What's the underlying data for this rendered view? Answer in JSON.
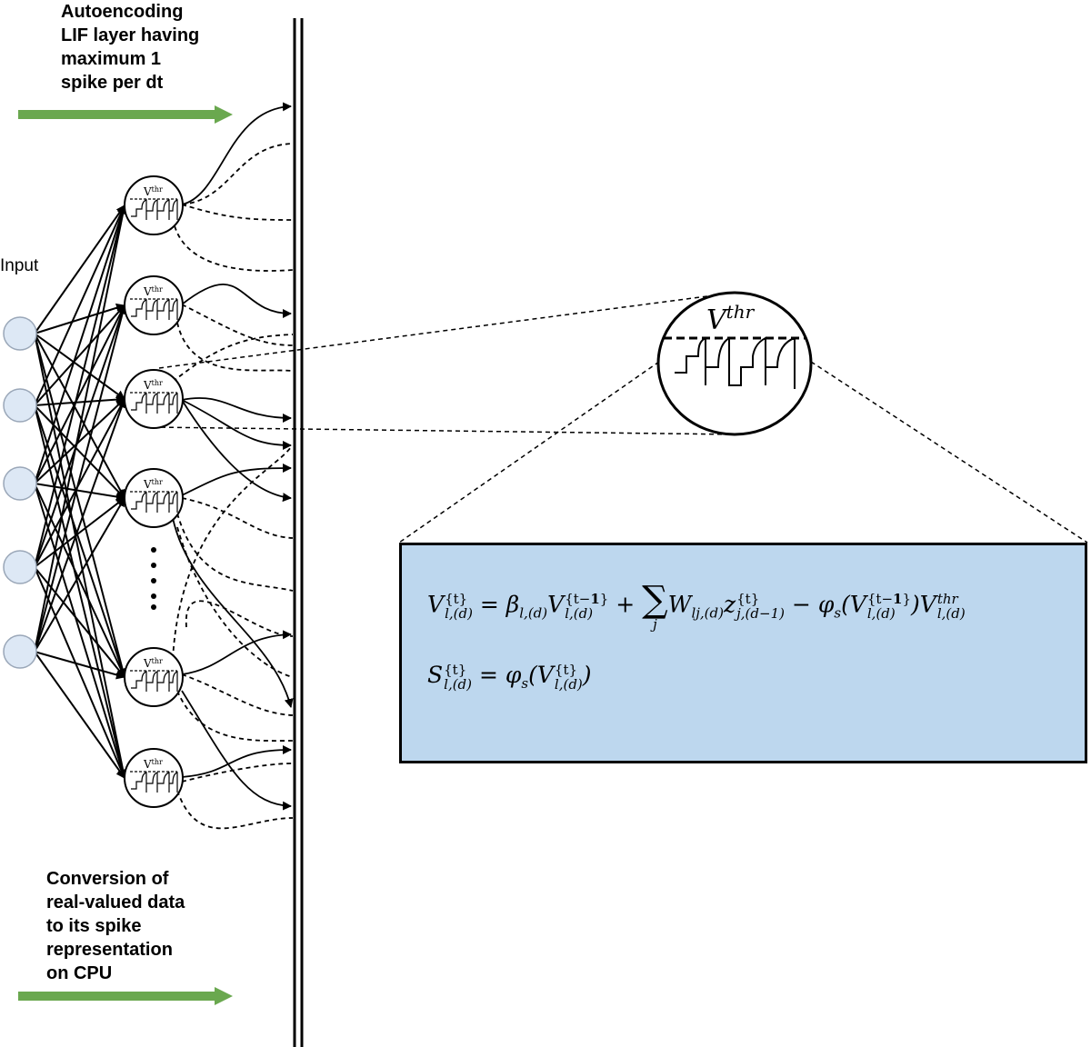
{
  "captions": {
    "top": "Autoencoding\nLIF layer having\nmaximum 1\nspike per dt",
    "bottom": "Conversion of\nreal-valued data\nto its spike\nrepresentation\non CPU",
    "input": "Input"
  },
  "neuron_label": "V",
  "neuron_label_sup": "thr",
  "zoom_label": "V",
  "zoom_label_sup": "thr",
  "equation": {
    "line1": "V^{t}_{l,(d)} = β_{l,(d)} V^{t-1}_{l,(d)} + Σ_j W_{lj,(d)} z^{t}_{j,(d-1)} − φ_s(V^{t-1}_{l,(d)}) V^{thr}_{l,(d)}",
    "line2": "S^{t}_{l,(d)} = φ_s(V^{t}_{l,(d)})"
  },
  "colors": {
    "arrow_green": "#6aa84f",
    "input_node": "#dde8f5",
    "eq_box": "#bdd7ee"
  }
}
